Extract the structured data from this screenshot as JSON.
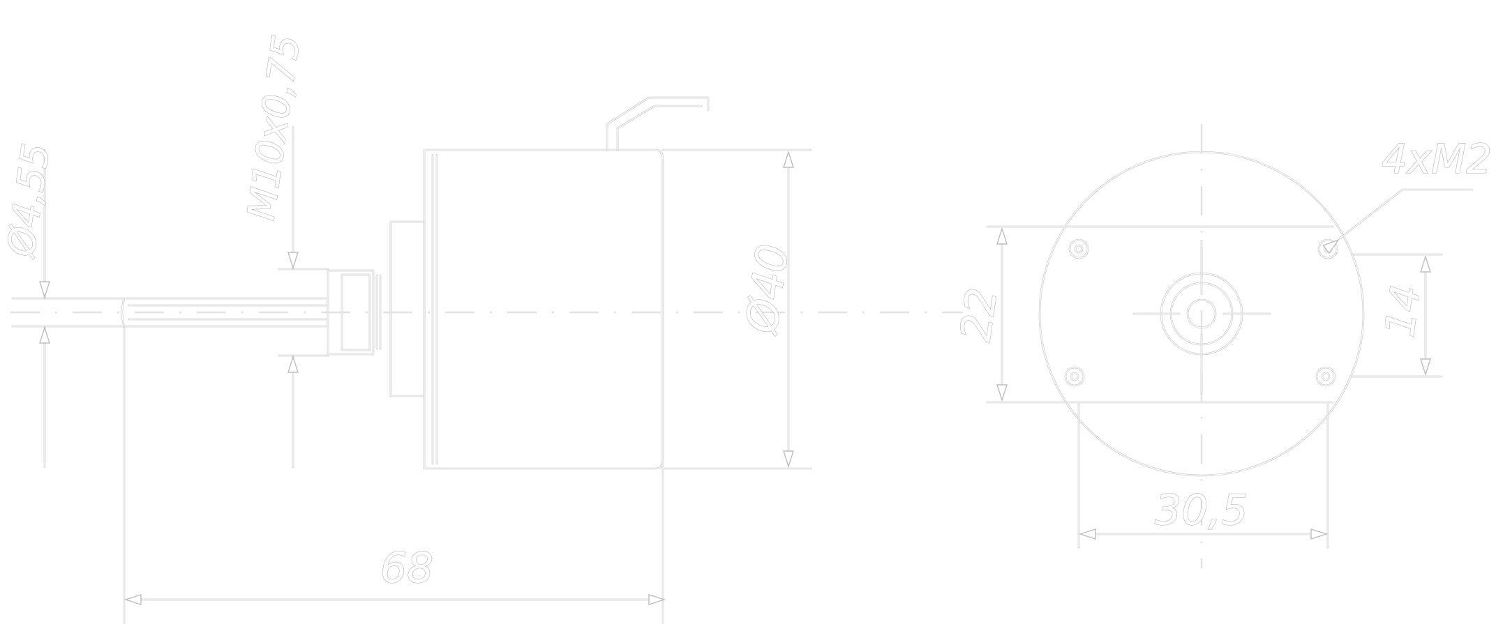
{
  "drawing": {
    "side_view": {
      "dimensions": {
        "shaft_diameter": "Ø4,55",
        "thread": "M10x0,75",
        "body_diameter": "Ø40",
        "length": "68"
      }
    },
    "front_view": {
      "dimensions": {
        "hole_spacing_vertical": "22",
        "hole_spacing_right": "14",
        "hole_spacing_horizontal": "30,5",
        "mounting_thread": "4xM2"
      }
    }
  }
}
